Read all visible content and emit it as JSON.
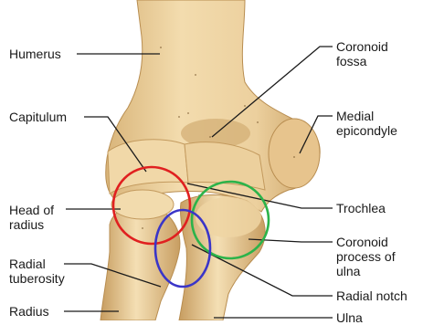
{
  "labels": {
    "humerus": "Humerus",
    "capitulum": "Capitulum",
    "head_of_radius": [
      "Head of",
      "radius"
    ],
    "radial_tuberosity": [
      "Radial",
      "tuberosity"
    ],
    "radius": "Radius",
    "coronoid_fossa": [
      "Coronoid",
      "fossa"
    ],
    "medial_epicondyle": [
      "Medial",
      "epicondyle"
    ],
    "trochlea": "Trochlea",
    "coronoid_process_of_ulna": [
      "Coronoid",
      "process of",
      "ulna"
    ],
    "radial_notch": "Radial notch",
    "ulna": "Ulna"
  },
  "highlight_circles": [
    {
      "name": "red-circle",
      "color": "#e02020"
    },
    {
      "name": "green-circle",
      "color": "#2cb34a"
    },
    {
      "name": "blue-circle",
      "color": "#3a35c8"
    }
  ],
  "colors": {
    "bone": "#edcf9c",
    "bone_shadow": "#c69f62",
    "label_text": "#1a1a1a",
    "leader_line": "#1a1a1a"
  }
}
